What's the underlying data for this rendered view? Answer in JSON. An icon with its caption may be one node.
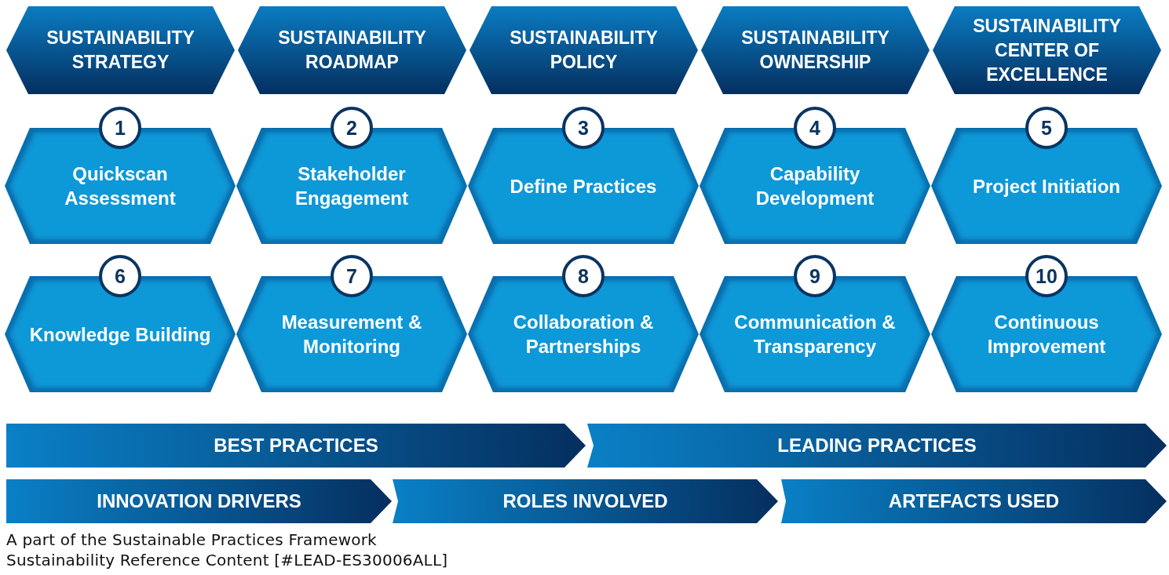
{
  "diagram": {
    "nodes": [
      {
        "text": [
          "SUSTAINABILITY STRATEGY"
        ]
      },
      {
        "text": [
          "SUSTAINABILITY ROADMAP"
        ]
      },
      {
        "text": [
          "SUSTAINABILITY POLICY"
        ]
      },
      {
        "text": [
          "SUSTAINABILITY OWNERSHIP"
        ]
      },
      {
        "text": [
          "SUSTAINABILITY CENTER OF EXCELLENCE"
        ]
      },
      {
        "text": [
          "1",
          "Quickscan Assessment"
        ]
      },
      {
        "text": [
          "2",
          "Stakeholder Engagement"
        ]
      },
      {
        "text": [
          "3",
          "Define Practices"
        ]
      },
      {
        "text": [
          "4",
          "Capability Development"
        ]
      },
      {
        "text": [
          "5",
          "Project Initiation"
        ]
      },
      {
        "text": [
          "6",
          "Knowledge Building"
        ]
      },
      {
        "text": [
          "7",
          "Measurement & Monitoring"
        ]
      },
      {
        "text": [
          "8",
          "Collaboration & Partnerships"
        ]
      },
      {
        "text": [
          "9",
          "Communication & Transparency"
        ]
      },
      {
        "text": [
          "10",
          "Continuous Improvement"
        ]
      },
      {
        "text": [
          "BEST PRACTICES"
        ]
      },
      {
        "text": [
          "LEADING PRACTICES"
        ]
      },
      {
        "text": [
          "INNOVATION DRIVERS"
        ]
      },
      {
        "text": [
          "ROLES INVOLVED"
        ]
      },
      {
        "text": [
          "ARTEFACTS USED"
        ]
      }
    ],
    "labels": [
      "A part of the Sustainable Practices Framework",
      "Sustainability Reference Content [#LEAD-ES30006ALL]"
    ]
  }
}
